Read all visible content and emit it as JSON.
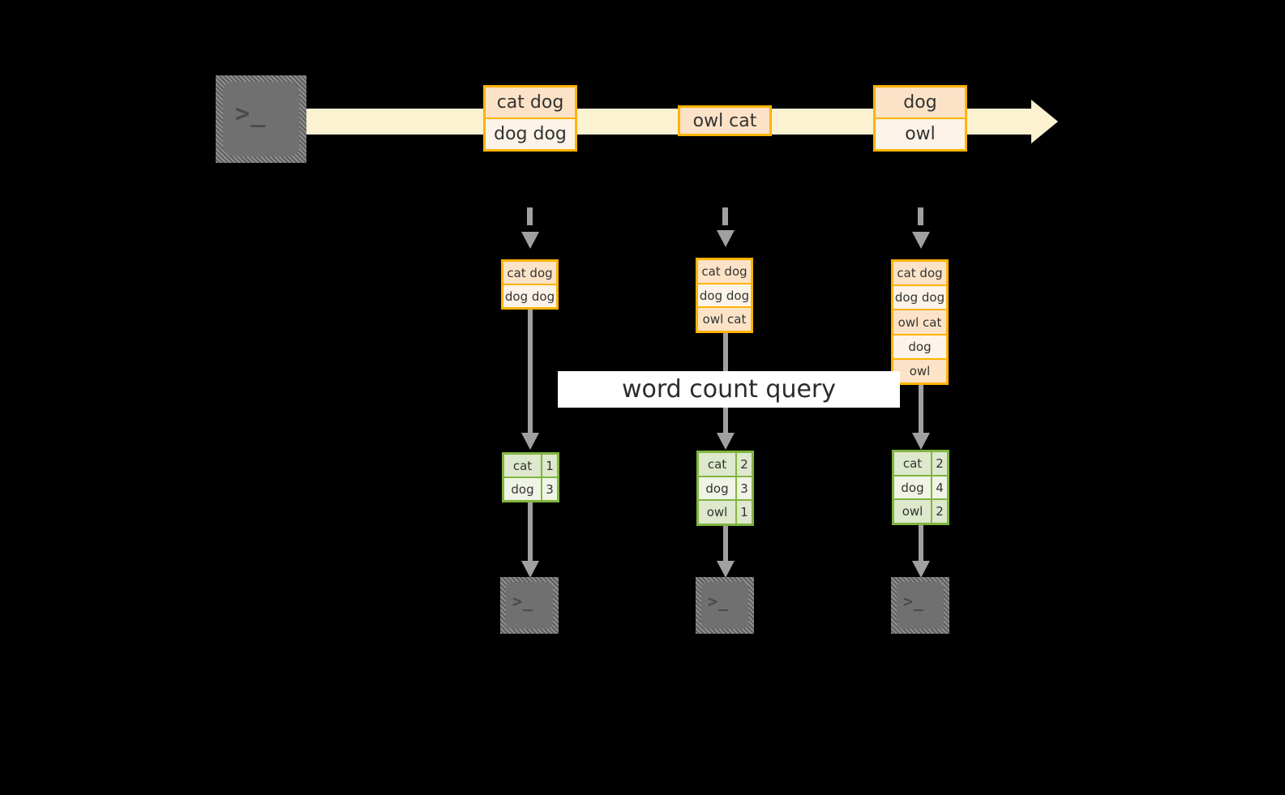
{
  "diagram": {
    "title": "word count query",
    "colors": {
      "background": "#000000",
      "stream_fill": "#FCF2D2",
      "record_border": "#FFB302",
      "record_fill_dark": "#FCE3C7",
      "record_fill_light": "#FDF3E8",
      "table_border": "#82B540",
      "table_fill_dark": "#DDE8CC",
      "table_fill_light": "#EFF4E7",
      "arrow_gray": "#A0A0A0",
      "terminal_gray": "#707070",
      "text": "#333333"
    }
  },
  "producer": {
    "icon": "terminal-icon",
    "prompt_glyph": ">_"
  },
  "stream": {
    "arrow_label": "",
    "messages": [
      {
        "id": "msg-1",
        "lines": [
          {
            "text": "cat dog",
            "shade": "dark"
          },
          {
            "text": "dog dog",
            "shade": "light"
          }
        ]
      },
      {
        "id": "msg-2",
        "lines": [
          {
            "text": "owl cat",
            "shade": "dark"
          }
        ]
      },
      {
        "id": "msg-3",
        "lines": [
          {
            "text": "dog",
            "shade": "dark"
          },
          {
            "text": "owl",
            "shade": "light"
          }
        ]
      }
    ]
  },
  "snapshots": [
    {
      "id": "snapshot-1",
      "input_lines": [
        {
          "text": "cat dog",
          "shade": "dark"
        },
        {
          "text": "dog dog",
          "shade": "light"
        }
      ],
      "counts": [
        {
          "word": "cat",
          "count": "1",
          "shade": "dark"
        },
        {
          "word": "dog",
          "count": "3",
          "shade": "light"
        }
      ],
      "consumer_icon": "terminal-icon",
      "consumer_glyph": ">_"
    },
    {
      "id": "snapshot-2",
      "input_lines": [
        {
          "text": "cat dog",
          "shade": "dark"
        },
        {
          "text": "dog dog",
          "shade": "light"
        },
        {
          "text": "owl cat",
          "shade": "dark"
        }
      ],
      "counts": [
        {
          "word": "cat",
          "count": "2",
          "shade": "dark"
        },
        {
          "word": "dog",
          "count": "3",
          "shade": "light"
        },
        {
          "word": "owl",
          "count": "1",
          "shade": "dark"
        }
      ],
      "consumer_icon": "terminal-icon",
      "consumer_glyph": ">_"
    },
    {
      "id": "snapshot-3",
      "input_lines": [
        {
          "text": "cat dog",
          "shade": "dark"
        },
        {
          "text": "dog dog",
          "shade": "light"
        },
        {
          "text": "owl cat",
          "shade": "dark"
        },
        {
          "text": "dog",
          "shade": "light"
        },
        {
          "text": "owl",
          "shade": "dark"
        }
      ],
      "counts": [
        {
          "word": "cat",
          "count": "2",
          "shade": "dark"
        },
        {
          "word": "dog",
          "count": "4",
          "shade": "light"
        },
        {
          "word": "owl",
          "count": "2",
          "shade": "dark"
        }
      ],
      "consumer_icon": "terminal-icon",
      "consumer_glyph": ">_"
    }
  ]
}
